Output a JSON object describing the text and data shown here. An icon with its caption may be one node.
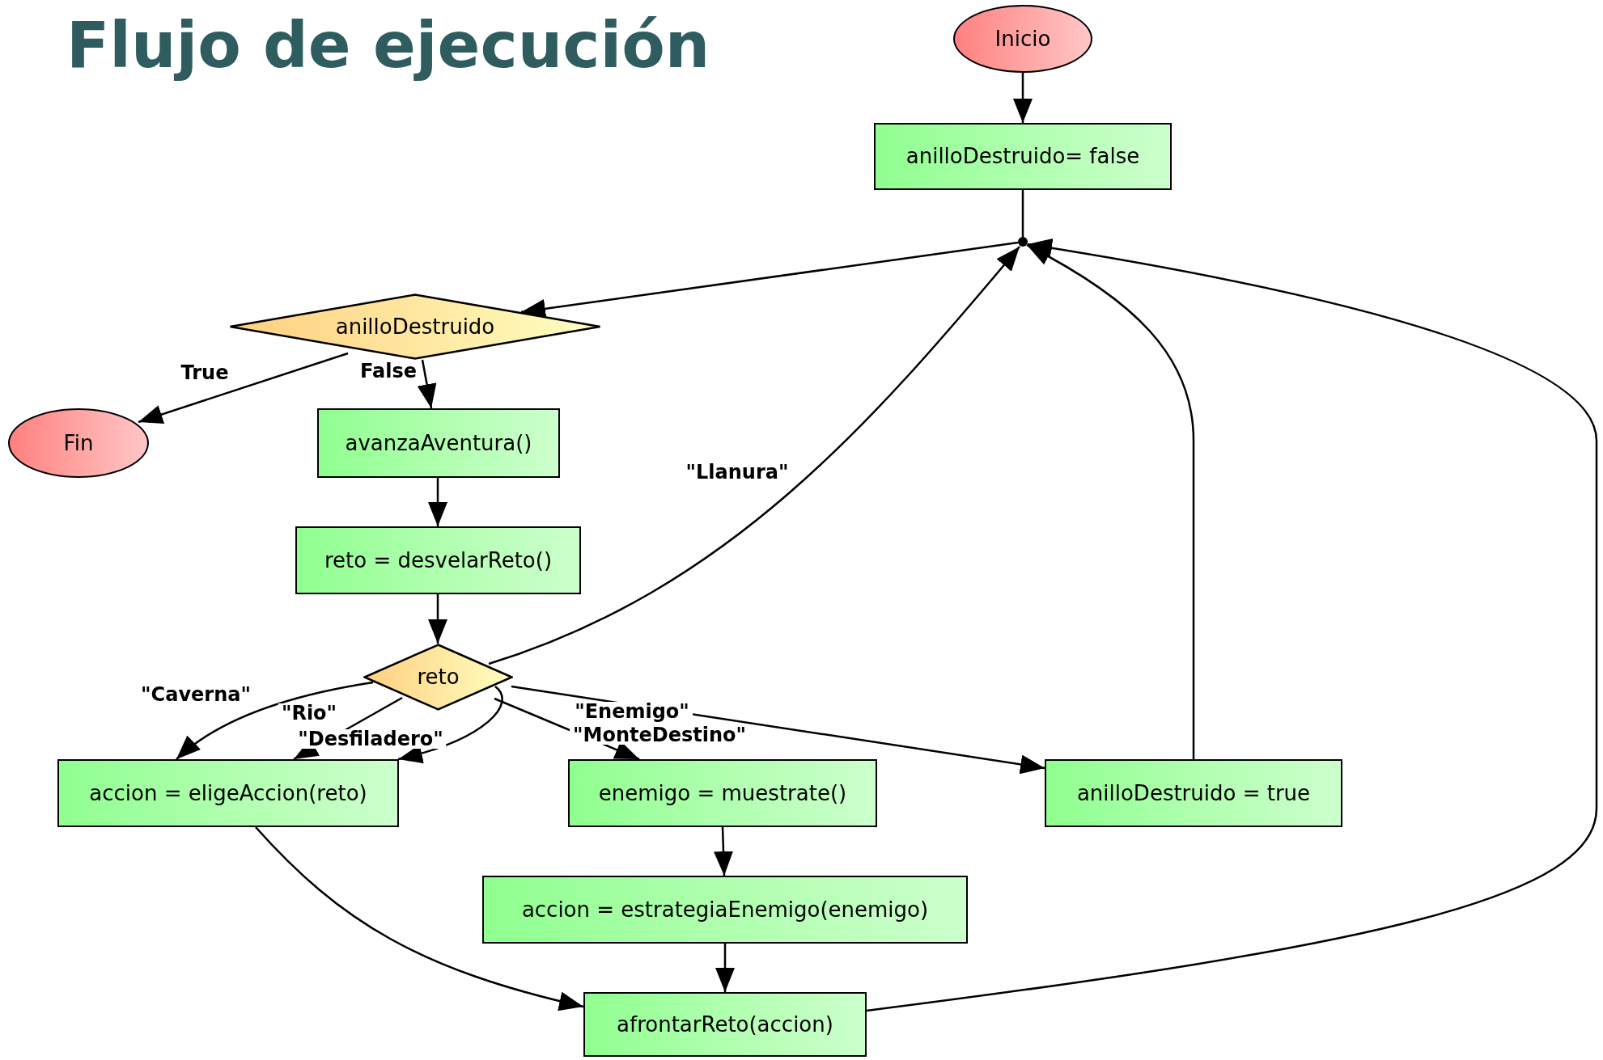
{
  "diagram": {
    "title": "Flujo de ejecución",
    "nodes": [
      {
        "text": [
          "Inicio"
        ]
      },
      {
        "text": [
          "anilloDestruido= false"
        ]
      },
      {
        "text": [],
        "shape": "circle"
      },
      {
        "text": [
          "anilloDestruido"
        ]
      },
      {
        "text": [
          "Fin"
        ]
      },
      {
        "text": [
          "avanzaAventura()"
        ]
      },
      {
        "text": [
          "reto = desvelarReto()"
        ]
      },
      {
        "text": [
          "reto"
        ]
      },
      {
        "text": [
          "accion = eligeAccion(reto)"
        ]
      },
      {
        "text": [
          "enemigo = muestrate()"
        ]
      },
      {
        "text": [
          "anilloDestruido = true"
        ]
      },
      {
        "text": [
          "accion = estrategiaEnemigo(enemigo)"
        ]
      },
      {
        "text": [
          "afrontarReto(accion)"
        ]
      }
    ],
    "edges": [
      {
        "from": 0,
        "to": 1,
        "arrow": "to"
      },
      {
        "from": 1,
        "to": 2,
        "arrow": "none"
      },
      {
        "from": 2,
        "to": 3,
        "arrow": "to"
      },
      {
        "from": 3,
        "to": 4,
        "arrow": "to",
        "label": "True"
      },
      {
        "from": 3,
        "to": 5,
        "arrow": "to",
        "label": "False"
      },
      {
        "from": 5,
        "to": 6,
        "arrow": "to"
      },
      {
        "from": 6,
        "to": 7,
        "arrow": "to"
      },
      {
        "from": 7,
        "to": 2,
        "arrow": "to",
        "label": "\"Llanura\""
      },
      {
        "from": 7,
        "to": 8,
        "arrow": "to",
        "label": "\"Caverna\""
      },
      {
        "from": 7,
        "to": 8,
        "arrow": "to",
        "label": "\"Rio\""
      },
      {
        "from": 7,
        "to": 8,
        "arrow": "to",
        "label": "\"Desfiladero\""
      },
      {
        "from": 7,
        "to": 9,
        "arrow": "to",
        "label": "\"Enemigo\""
      },
      {
        "from": 7,
        "to": 10,
        "arrow": "to",
        "label": "\"MonteDestino\""
      },
      {
        "from": 10,
        "to": 2,
        "arrow": "to"
      },
      {
        "from": 9,
        "to": 11,
        "arrow": "to"
      },
      {
        "from": 11,
        "to": 12,
        "arrow": "to"
      },
      {
        "from": 8,
        "to": 12,
        "arrow": "to"
      },
      {
        "from": 12,
        "to": 2,
        "arrow": "to"
      }
    ]
  }
}
